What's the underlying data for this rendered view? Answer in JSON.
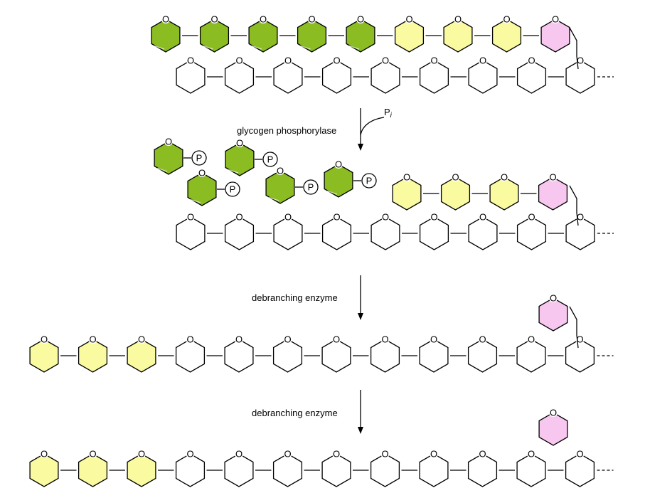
{
  "colors": {
    "green": "#8bbd23",
    "yellow": "#fafaa0",
    "pink": "#f8c7f0",
    "white": "#ffffff",
    "stroke": "#000000",
    "title": "#2e4a6b"
  },
  "ring_atom": "O",
  "phosphate_label": "P",
  "steps": {
    "s1": {
      "enzyme": "glycogen phosphorylase",
      "reagent": "P",
      "reagent_sub": "i"
    },
    "s2": {
      "enzyme": "debranching enzyme"
    },
    "s3": {
      "enzyme": "debranching enzyme"
    }
  },
  "structures": {
    "glycogen_initial": {
      "branch": [
        "green",
        "green",
        "green",
        "green",
        "green",
        "yellow",
        "yellow",
        "yellow",
        "pink"
      ],
      "main_chain": [
        "white",
        "white",
        "white",
        "white",
        "white",
        "white",
        "white",
        "white",
        "white"
      ]
    },
    "after_phosphorylase": {
      "released_glucose_1_phosphate": [
        "green",
        "green",
        "green",
        "green",
        "green"
      ],
      "branch": [
        "yellow",
        "yellow",
        "yellow",
        "pink"
      ],
      "main_chain": [
        "white",
        "white",
        "white",
        "white",
        "white",
        "white",
        "white",
        "white",
        "white"
      ]
    },
    "after_transfer": {
      "branch_point": [
        "pink"
      ],
      "main_chain": [
        "yellow",
        "yellow",
        "yellow",
        "white",
        "white",
        "white",
        "white",
        "white",
        "white",
        "white",
        "white",
        "white"
      ]
    },
    "after_debranching": {
      "free_glucose": [
        "pink"
      ],
      "main_chain": [
        "yellow",
        "yellow",
        "yellow",
        "white",
        "white",
        "white",
        "white",
        "white",
        "white",
        "white",
        "white",
        "white"
      ]
    }
  }
}
